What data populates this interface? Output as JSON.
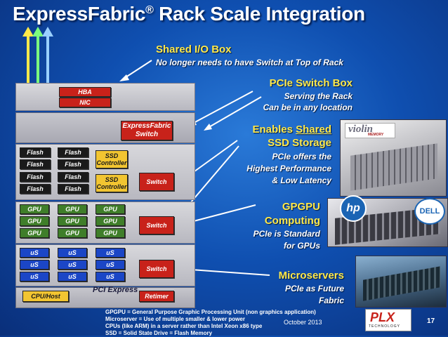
{
  "title": {
    "main": "ExpressFabric",
    "reg": "®",
    "rest": " Rack Scale Integration"
  },
  "callouts": {
    "shared_io": {
      "heading": "Shared I/O Box",
      "sub": "No longer needs to have Switch at Top of Rack"
    },
    "pcie_switch": {
      "heading": "PCIe Switch Box",
      "line1": "Serving the Rack",
      "line2": "Can be in any location"
    },
    "storage": {
      "heading_pre": "Enables ",
      "heading_u": "Shared",
      "heading2": "SSD Storage",
      "line1": "PCIe offers the",
      "line2": "Highest Performance",
      "line3": "& Low Latency"
    },
    "gpgpu": {
      "heading1": "GPGPU",
      "heading2": "Computing",
      "line1": "PCIe is Standard",
      "line2": "for GPUs"
    },
    "micro": {
      "heading": "Microservers",
      "line1": "PCIe as Future",
      "line2": "Fabric"
    }
  },
  "rack": {
    "hba": "HBA",
    "nic": "NIC",
    "expressfabric_switch": [
      "ExpressFabric",
      "Switch"
    ],
    "flash": "Flash",
    "ssd_controller": [
      "SSD",
      "Controller"
    ],
    "switch": "Switch",
    "gpu": "GPU",
    "us": "uS",
    "cpu_host": "CPU/Host",
    "pci_express": "PCI Express",
    "retimer": "Retimer"
  },
  "logos": {
    "violin": "violin",
    "violin_sub": "MEMORY",
    "hp": "hp",
    "dell": "DELL",
    "plx": "PLX",
    "plx_sub": "TECHNOLOGY"
  },
  "footer": {
    "notes": [
      "GPGPU = General Purpose Graphic Processing Unit (non graphics application)",
      "Microserver = Use of multiple smaller & lower power",
      "CPUs (like ARM) in a server rather than Intel Xeon x86 type",
      "SSD = Solid State Drive = Flash Memory"
    ],
    "date": "October 2013",
    "page": "17"
  },
  "colors": {
    "accent_yellow": "#ffe94a",
    "chip_red": "#c8221a",
    "chip_green": "#3f7e2a",
    "chip_blue": "#1b46c6",
    "controller_yellow": "#f2c531"
  }
}
